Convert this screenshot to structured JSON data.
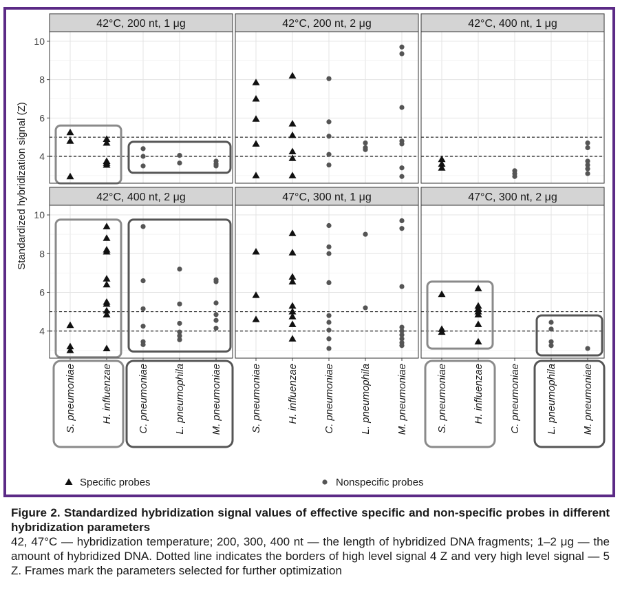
{
  "chart_data": {
    "type": "scatter",
    "ylabel": "Standardized hybridization signal (Z)",
    "categories": [
      "S. pneumoniae",
      "H. influenzae",
      "C. pneumoniae",
      "L. pneumophila",
      "M. pneumoniae"
    ],
    "ylim": [
      2.6,
      10.5
    ],
    "yticks": [
      4,
      6,
      8,
      10
    ],
    "reference_lines": [
      4,
      5
    ],
    "grid": true,
    "legend": {
      "placement": "bottom",
      "items": [
        {
          "label": "Specific probes",
          "marker": "triangle"
        },
        {
          "label": "Nonspecific probes",
          "marker": "circle"
        }
      ]
    },
    "panels": [
      {
        "title": "42°C, 200 nt, 1 μg",
        "specific": {
          "S. pneumoniae": [
            4.8,
            5.25,
            2.95
          ],
          "H. influenzae": [
            4.9,
            4.7,
            3.75,
            3.65,
            3.55
          ]
        },
        "nonspecific": {
          "C. pneumoniae": [
            4.4,
            4.0,
            3.5
          ],
          "L. pneumophila": [
            4.05,
            3.65
          ],
          "M. pneumoniae": [
            3.75,
            3.6,
            3.5
          ]
        },
        "frames": [
          [
            0,
            1
          ],
          [
            2,
            4
          ]
        ]
      },
      {
        "title": "42°C, 200 nt, 2 μg",
        "specific": {
          "S. pneumoniae": [
            7.85,
            7.0,
            5.95,
            4.65,
            3.0
          ],
          "H. influenzae": [
            8.2,
            5.7,
            5.1,
            4.25,
            3.9,
            3.0
          ]
        },
        "nonspecific": {
          "C. pneumoniae": [
            8.05,
            5.8,
            5.05,
            4.1,
            3.55
          ],
          "L. pneumophila": [
            4.7,
            4.45,
            4.35
          ],
          "M. pneumoniae": [
            9.7,
            9.35,
            6.55,
            4.8,
            4.65,
            3.4,
            2.95
          ]
        },
        "frames": []
      },
      {
        "title": "42°C, 400 nt, 1 μg",
        "specific": {
          "S. pneumoniae": [
            3.85,
            3.6,
            3.4
          ]
        },
        "nonspecific": {
          "C. pneumoniae": [
            3.25,
            3.1,
            2.95
          ],
          "M. pneumoniae": [
            4.7,
            4.45,
            3.75,
            3.55,
            3.35,
            3.1
          ]
        },
        "frames": []
      },
      {
        "title": "42°C, 400 nt, 2 μg",
        "specific": {
          "S. pneumoniae": [
            4.3,
            3.2,
            3.0
          ],
          "H. influenzae": [
            9.4,
            8.8,
            8.2,
            8.1,
            6.7,
            6.4,
            5.5,
            5.4,
            5.05,
            4.85,
            3.1
          ]
        },
        "nonspecific": {
          "C. pneumoniae": [
            9.4,
            6.6,
            5.15,
            4.25,
            3.45,
            3.3
          ],
          "L. pneumophila": [
            7.2,
            5.4,
            4.4,
            3.95,
            3.75,
            3.55
          ],
          "M. pneumoniae": [
            6.65,
            6.55,
            5.45,
            4.85,
            4.55,
            4.15
          ]
        },
        "frames": [
          [
            0,
            1
          ],
          [
            2,
            4
          ]
        ]
      },
      {
        "title": "47°C, 300 nt, 1 μg",
        "specific": {
          "S. pneumoniae": [
            8.1,
            5.85,
            4.6
          ],
          "H. influenzae": [
            9.05,
            8.05,
            6.8,
            6.55,
            5.3,
            5.0,
            4.75,
            4.35,
            3.6
          ]
        },
        "nonspecific": {
          "C. pneumoniae": [
            9.45,
            8.35,
            8.0,
            6.5,
            4.8,
            4.45,
            4.05,
            3.6,
            3.1
          ],
          "L. pneumophila": [
            9.0,
            5.2
          ],
          "M. pneumoniae": [
            9.7,
            9.3,
            6.3,
            4.2,
            4.0,
            3.8,
            3.6,
            3.4,
            3.25
          ]
        },
        "frames": []
      },
      {
        "title": "47°C, 300 nt, 2 μg",
        "specific": {
          "S. pneumoniae": [
            5.9,
            4.1,
            3.95
          ],
          "H. influenzae": [
            6.2,
            5.3,
            5.15,
            5.0,
            4.85,
            4.35,
            3.45
          ]
        },
        "nonspecific": {
          "L. pneumophila": [
            4.45,
            4.1,
            3.45,
            3.25
          ],
          "M. pneumoniae": [
            3.1
          ]
        },
        "frames": [
          [
            0,
            1
          ],
          [
            3,
            4
          ]
        ]
      }
    ]
  },
  "caption": {
    "title": "Figure 2. Standardized hybridization signal values of effective specific and non-specific probes in different hybridization parameters",
    "body": "42, 47°C — hybridization temperature; 200, 300, 400 nt — the length of hybridized DNA fragments; 1–2 μg — the amount of hybridized DNA. Dotted line indicates the borders of high level signal 4 Z and very high level signal — 5 Z. Frames mark the parameters selected for further optimization"
  }
}
